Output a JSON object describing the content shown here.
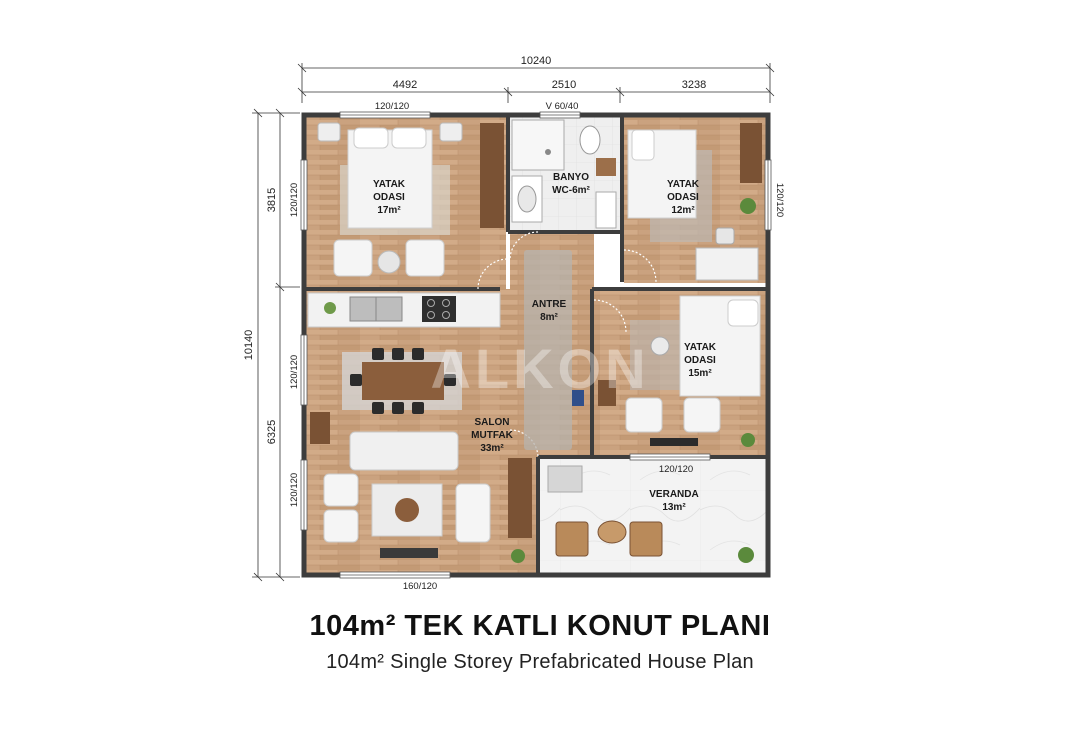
{
  "dimensions": {
    "total_width": "10240",
    "seg1": "4492",
    "seg2": "2510",
    "seg3": "3238",
    "total_height": "10140",
    "upper": "3815",
    "lower": "6325"
  },
  "window_labels": {
    "top_left": "120/120",
    "top_bath": "V 60/40",
    "left_upper": "120/120",
    "left_mid": "120/120",
    "left_lower": "120/120",
    "right_upper": "120/120",
    "veranda_top": "120/120",
    "bottom": "160/120"
  },
  "rooms": {
    "bedroom1": {
      "line1": "YATAK",
      "line2": "ODASI",
      "area": "17m²"
    },
    "bathroom": {
      "line1": "BANYO",
      "line2": "WC-6m²"
    },
    "bedroom2": {
      "line1": "YATAK",
      "line2": "ODASI",
      "area": "12m²"
    },
    "hall": {
      "line1": "ANTRE",
      "area": "8m²"
    },
    "bedroom3": {
      "line1": "YATAK",
      "line2": "ODASI",
      "area": "15m²"
    },
    "living": {
      "line1": "SALON",
      "line2": "MUTFAK",
      "area": "33m²"
    },
    "veranda": {
      "line1": "VERANDA",
      "area": "13m²"
    }
  },
  "watermark": "ALKON",
  "title": "104m² TEK KATLI KONUT PLANI",
  "subtitle": "104m² Single Storey Prefabricated House Plan",
  "colors": {
    "wall": "#3d3d3d",
    "wood_floor": "#c9a27e",
    "tile_floor": "#ececec",
    "veranda_floor": "#f2f2f2",
    "rug": "#d8d8d8",
    "plant": "#5b8a3c"
  }
}
